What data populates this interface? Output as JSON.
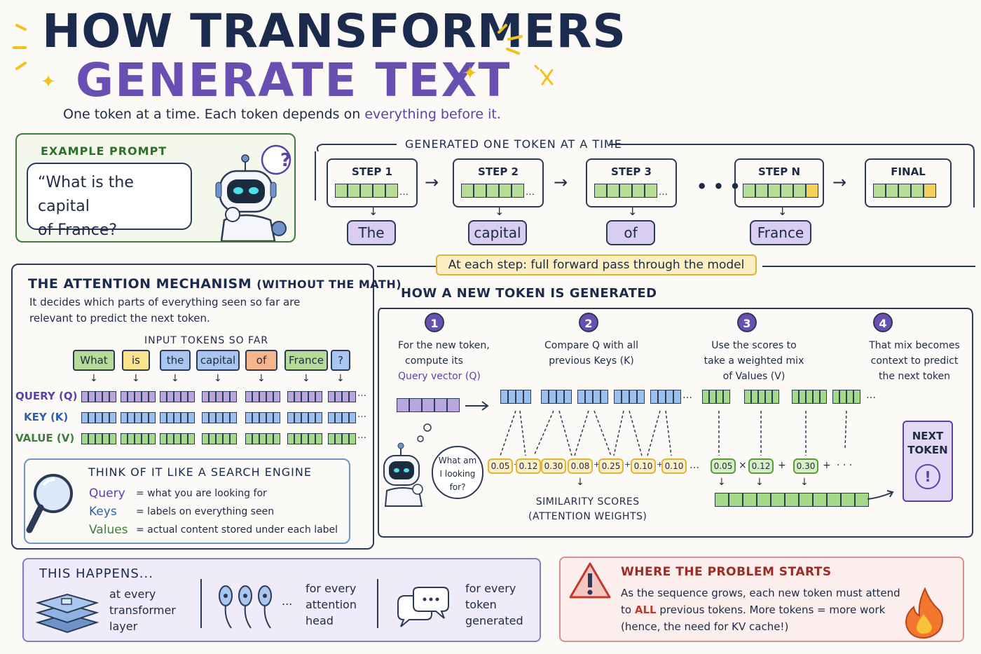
{
  "title": {
    "line1": "HOW TRANSFORMERS",
    "line2": "GENERATE TEXT",
    "subtitle_plain": "One token at a time. Each token depends on",
    "subtitle_highlight": "everything before it."
  },
  "example_prompt": {
    "label": "EXAMPLE PROMPT",
    "text_line1": "“What is the capital",
    "text_line2": "of France?",
    "thought_mark": "?"
  },
  "generation": {
    "heading": "GENERATED ONE TOKEN AT A TIME",
    "steps": [
      {
        "label": "STEP 1",
        "word": "The"
      },
      {
        "label": "STEP 2",
        "word": "capital"
      },
      {
        "label": "STEP 3",
        "word": "of"
      },
      {
        "label": "STEP N",
        "word": "France"
      },
      {
        "label": "FINAL",
        "word": ""
      }
    ],
    "ellipsis": "…",
    "callout": "At each step: full forward pass through the model"
  },
  "attention": {
    "heading_bold": "THE ATTENTION MECHANISM",
    "heading_rest": "(WITHOUT THE MATH)",
    "desc_line1": "It decides which parts of everything seen so far are",
    "desc_line2": "relevant to predict the next token.",
    "input_label": "INPUT TOKENS SO FAR",
    "tokens": [
      "What",
      "is",
      "the",
      "capital",
      "of",
      "France",
      "?"
    ],
    "token_colors": [
      "#b7dc98",
      "#f7e48c",
      "#a9c6f0",
      "#a9c6f0",
      "#f6b58a",
      "#b7dc98",
      "#a9c6f0"
    ],
    "rows": [
      "QUERY (Q)",
      "KEY (K)",
      "VALUE (V)"
    ],
    "row_colors": [
      "#5b42a8",
      "#2f5fa8",
      "#3f7d3a"
    ],
    "ellipsis": "…",
    "search": {
      "heading": "THINK OF IT LIKE A SEARCH ENGINE",
      "items": [
        {
          "term": "Query",
          "def": "= what you are looking for",
          "color": "#5b42a8"
        },
        {
          "term": "Keys",
          "def": "= labels on everything seen",
          "color": "#2f5fa8"
        },
        {
          "term": "Values",
          "def": "= actual content stored under each label",
          "color": "#3f7d3a"
        }
      ]
    }
  },
  "new_token": {
    "heading": "HOW A NEW TOKEN IS GENERATED",
    "steps": [
      {
        "num": "1",
        "l1": "For the new token,",
        "l2": "compute its",
        "l3": "Query vector (Q)"
      },
      {
        "num": "2",
        "l1": "Compare Q with all",
        "l2": "previous Keys (K)",
        "l3": ""
      },
      {
        "num": "3",
        "l1": "Use the scores to",
        "l2": "take a weighted mix",
        "l3": "of Values (V)"
      },
      {
        "num": "4",
        "l1": "That mix becomes",
        "l2": "context to predict",
        "l3": "the next token"
      }
    ],
    "scores": [
      "0.05",
      "0.12",
      "0.30",
      "0.08",
      "0.25",
      "0.10",
      "0.10"
    ],
    "weighted": [
      "0.05",
      "0.12",
      "0.30"
    ],
    "times": "×",
    "plus": "+",
    "dots": "· · ·",
    "thought_l1": "What am",
    "thought_l2": "I looking",
    "thought_l3": "for?",
    "sim_l1": "SIMILARITY SCORES",
    "sim_l2": "(ATTENTION WEIGHTS)",
    "next_l1": "NEXT",
    "next_l2": "TOKEN",
    "next_mark": "!"
  },
  "happens": {
    "heading": "THIS HAPPENS...",
    "items": [
      {
        "l1": "at every",
        "l2": "transformer",
        "l3": "layer"
      },
      {
        "l1": "for every",
        "l2": "attention",
        "l3": "head"
      },
      {
        "l1": "for every",
        "l2": "token",
        "l3": "generated"
      }
    ],
    "dots": "...",
    "chat_dots": "•••"
  },
  "problem": {
    "heading": "WHERE THE PROBLEM STARTS",
    "line1": "As the sequence grows, each new token must attend",
    "line2_pre": "to",
    "line2_all": "ALL",
    "line2_post": "previous tokens. More tokens = more work",
    "line3": "(hence, the need for KV cache!)",
    "warn_mark": "!"
  },
  "colors": {
    "purple": "#6a4fb3",
    "navy": "#1b2b4d",
    "green": "#3f7d3a",
    "yellow": "#f4d25c",
    "red": "#c0392b"
  }
}
